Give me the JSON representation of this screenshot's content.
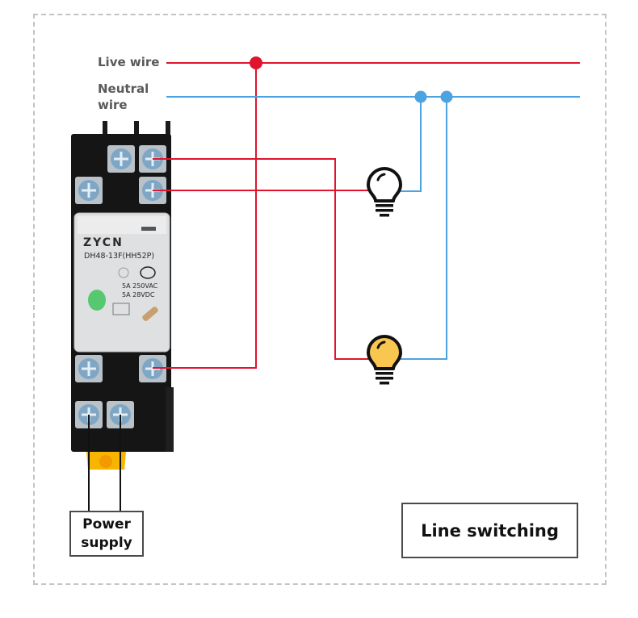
{
  "labels": {
    "live_wire": "Live wire",
    "neutral_wire_line1": "Neutral",
    "neutral_wire_line2": "wire",
    "power_supply_line1": "Power",
    "power_supply_line2": "supply",
    "mode": "Line switching"
  },
  "relay": {
    "brand": "ZYCN",
    "model": "DH48-13F(HH52P)",
    "rating_ac": "5A 250VAC",
    "rating_dc": "5A 28VDC"
  },
  "lamps": [
    {
      "name": "lamp-1",
      "state": "off"
    },
    {
      "name": "lamp-2",
      "state": "on"
    }
  ],
  "colors": {
    "live": "#e0142c",
    "neutral": "#4da3e0",
    "lamp_on": "#f9c74f",
    "lamp_off": "#ffffff",
    "frame": "#c4c4c4"
  }
}
